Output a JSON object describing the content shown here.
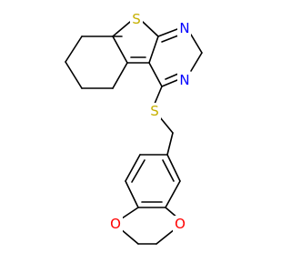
{
  "colors": {
    "background": "#ffffff",
    "bond": "#000000",
    "sulfur": "#c6b000",
    "nitrogen": "#0000ff",
    "oxygen": "#ff0000"
  },
  "atoms": [
    {
      "id": "s_thiophene",
      "symbol": "S",
      "element": "sulfur"
    },
    {
      "id": "n_upper",
      "symbol": "N",
      "element": "nitrogen"
    },
    {
      "id": "n_lower",
      "symbol": "N",
      "element": "nitrogen"
    },
    {
      "id": "s_thioether",
      "symbol": "S",
      "element": "sulfur"
    },
    {
      "id": "o_left",
      "symbol": "O",
      "element": "oxygen"
    },
    {
      "id": "o_right",
      "symbol": "O",
      "element": "oxygen"
    }
  ]
}
